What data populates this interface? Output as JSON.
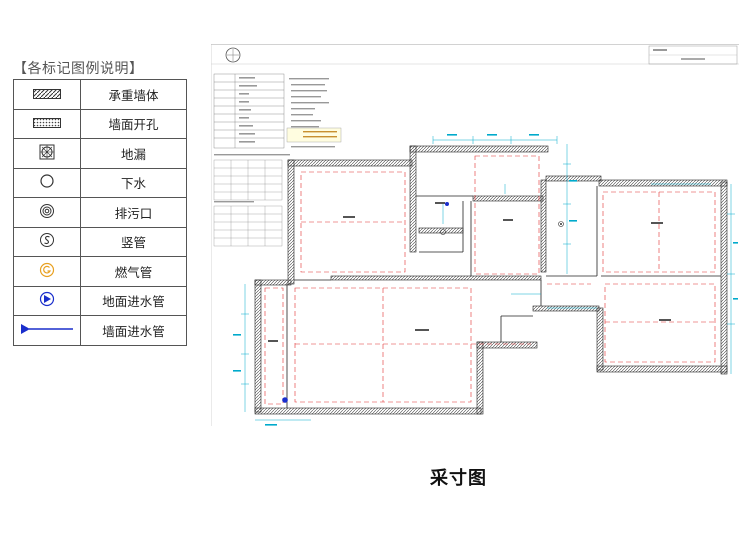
{
  "legend": {
    "title": "【各标记图例说明】",
    "items": [
      {
        "symbol": "bearing-wall-icon",
        "label": "承重墙体"
      },
      {
        "symbol": "wall-opening-icon",
        "label": "墙面开孔"
      },
      {
        "symbol": "floor-drain-icon",
        "label": "地漏"
      },
      {
        "symbol": "drain-icon",
        "label": "下水"
      },
      {
        "symbol": "sewage-outlet-icon",
        "label": "排污口"
      },
      {
        "symbol": "vertical-pipe-icon",
        "label": "竖管"
      },
      {
        "symbol": "gas-pipe-icon",
        "label": "燃气管"
      },
      {
        "symbol": "floor-inlet-pipe-icon",
        "label": "地面进水管"
      },
      {
        "symbol": "wall-inlet-pipe-icon",
        "label": "墙面进水管"
      }
    ]
  },
  "caption": "采寸图",
  "colors": {
    "wall": "#222222",
    "dimension": "#00aacc",
    "centerline": "#e03030",
    "gas": "#e8a020",
    "inlet": "#1a2ecc"
  }
}
